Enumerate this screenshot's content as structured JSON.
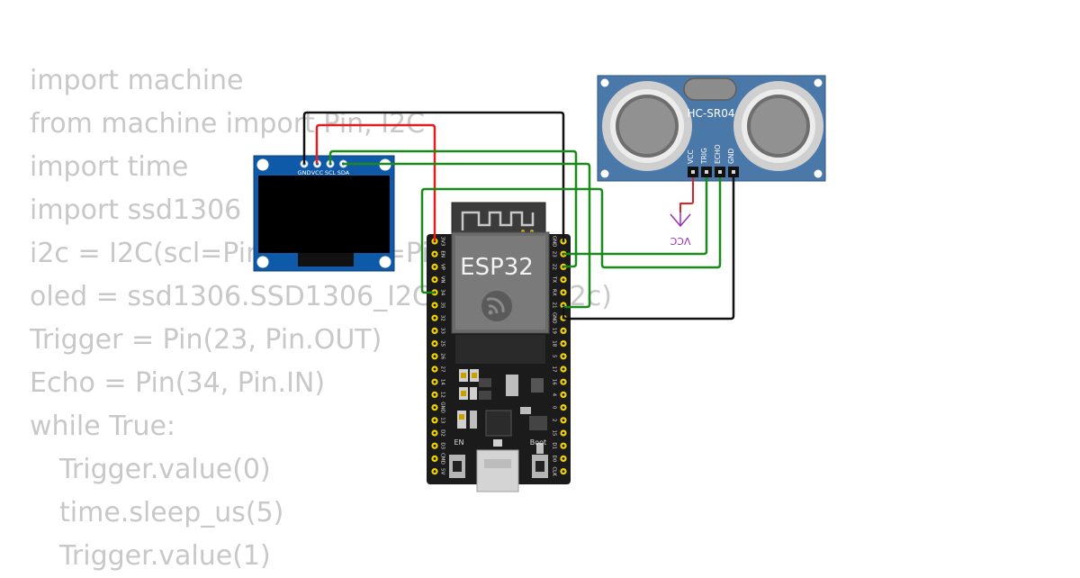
{
  "code_lines": [
    {
      "text": "import machine",
      "indent": false
    },
    {
      "text": "from machine import Pin, I2C",
      "indent": false
    },
    {
      "text": "import time",
      "indent": false
    },
    {
      "text": "import ssd1306",
      "indent": false
    },
    {
      "text": "i2c = I2C(scl=Pin(22), sda=Pin(21))",
      "indent": false
    },
    {
      "text": "oled = ssd1306.SSD1306_I2C(128, 64, i2c)",
      "indent": false
    },
    {
      "text": "Trigger = Pin(23, Pin.OUT)",
      "indent": false
    },
    {
      "text": "Echo = Pin(34, Pin.IN)",
      "indent": false
    },
    {
      "text": "while True:",
      "indent": false
    },
    {
      "text": "Trigger.value(0)",
      "indent": true
    },
    {
      "text": "time.sleep_us(5)",
      "indent": true
    },
    {
      "text": "Trigger.value(1)",
      "indent": true
    }
  ],
  "oled": {
    "pins": [
      "GND",
      "VCC",
      "SCL",
      "SDA"
    ]
  },
  "esp32": {
    "label": "ESP32",
    "left_pins": [
      "3V3",
      "EN",
      "VP",
      "VN",
      "34",
      "35",
      "32",
      "33",
      "25",
      "26",
      "27",
      "14",
      "12",
      "GND",
      "13",
      "D2",
      "D3",
      "CMD",
      "5V"
    ],
    "right_pins": [
      "GND",
      "23",
      "22",
      "TX",
      "RX",
      "21",
      "GND",
      "19",
      "18",
      "5",
      "17",
      "16",
      "4",
      "0",
      "2",
      "15",
      "D1",
      "D0",
      "CLK"
    ],
    "en_label": "EN",
    "boot_label": "Boot"
  },
  "sensor": {
    "label": "HC-SR04",
    "pins": [
      "VCC",
      "TRIG",
      "ECHO",
      "GND"
    ]
  },
  "power_symbol": {
    "label": "VCC"
  },
  "colors": {
    "wire_black": "#111111",
    "wire_red": "#e02020",
    "wire_green": "#1a8a1a",
    "wire_purple": "#9b2bb5",
    "oled_board": "#0f5aa8",
    "sensor_board": "#4a78a8",
    "esp_board": "#1b1b1b",
    "pin_gold": "#f2d200"
  }
}
